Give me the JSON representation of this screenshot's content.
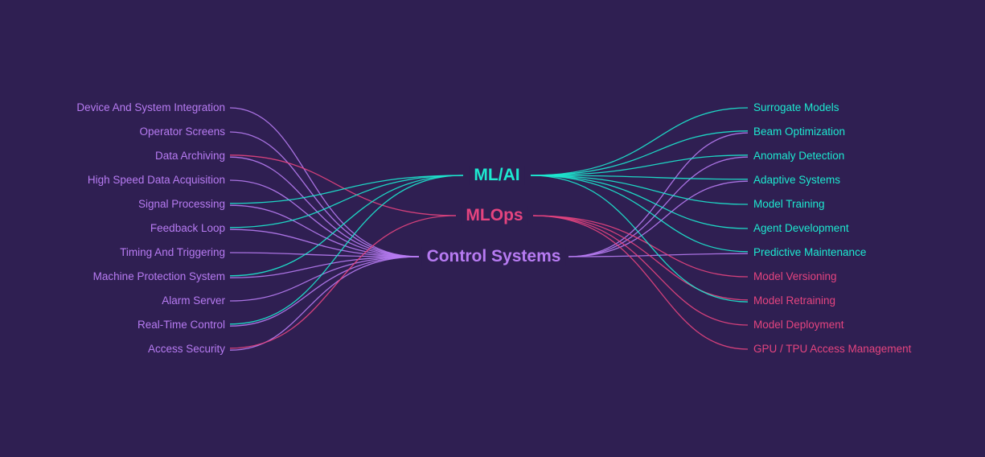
{
  "diagram": {
    "background": "#2f1f52",
    "colors": {
      "ml_ai": "#1de9d0",
      "mlops": "#e5447f",
      "control": "#b77bf2"
    },
    "hubs": [
      {
        "id": "ml_ai",
        "label": "ML/AI",
        "color": "#1de9d0"
      },
      {
        "id": "mlops",
        "label": "MLOps",
        "color": "#e5447f"
      },
      {
        "id": "control",
        "label": "Control Systems",
        "color": "#b77bf2"
      }
    ],
    "left_items": [
      {
        "label": "Device And System Integration",
        "color": "#b77bf2",
        "links": [
          "control"
        ]
      },
      {
        "label": "Operator Screens",
        "color": "#b77bf2",
        "links": [
          "control"
        ]
      },
      {
        "label": "Data Archiving",
        "color": "#b77bf2",
        "links": [
          "control",
          "mlops"
        ]
      },
      {
        "label": "High Speed Data Acquisition",
        "color": "#b77bf2",
        "links": [
          "control"
        ]
      },
      {
        "label": "Signal Processing",
        "color": "#b77bf2",
        "links": [
          "control",
          "ml_ai"
        ]
      },
      {
        "label": "Feedback Loop",
        "color": "#b77bf2",
        "links": [
          "control",
          "ml_ai"
        ]
      },
      {
        "label": "Timing And Triggering",
        "color": "#b77bf2",
        "links": [
          "control"
        ]
      },
      {
        "label": "Machine Protection System",
        "color": "#b77bf2",
        "links": [
          "control",
          "ml_ai"
        ]
      },
      {
        "label": "Alarm Server",
        "color": "#b77bf2",
        "links": [
          "control"
        ]
      },
      {
        "label": "Real-Time Control",
        "color": "#b77bf2",
        "links": [
          "control",
          "ml_ai"
        ]
      },
      {
        "label": "Access Security",
        "color": "#b77bf2",
        "links": [
          "control",
          "mlops"
        ]
      }
    ],
    "right_items": [
      {
        "label": "Surrogate Models",
        "color": "#1de9d0",
        "links": [
          "ml_ai"
        ]
      },
      {
        "label": "Beam Optimization",
        "color": "#1de9d0",
        "links": [
          "ml_ai",
          "control"
        ]
      },
      {
        "label": "Anomaly Detection",
        "color": "#1de9d0",
        "links": [
          "ml_ai",
          "control"
        ]
      },
      {
        "label": "Adaptive Systems",
        "color": "#1de9d0",
        "links": [
          "ml_ai",
          "control"
        ]
      },
      {
        "label": "Model Training",
        "color": "#1de9d0",
        "links": [
          "ml_ai"
        ]
      },
      {
        "label": "Agent Development",
        "color": "#1de9d0",
        "links": [
          "ml_ai"
        ]
      },
      {
        "label": "Predictive Maintenance",
        "color": "#1de9d0",
        "links": [
          "ml_ai",
          "control"
        ]
      },
      {
        "label": "Model Versioning",
        "color": "#e5447f",
        "links": [
          "mlops"
        ]
      },
      {
        "label": "Model Retraining",
        "color": "#e5447f",
        "links": [
          "mlops",
          "ml_ai"
        ]
      },
      {
        "label": "Model Deployment",
        "color": "#e5447f",
        "links": [
          "mlops"
        ]
      },
      {
        "label": "GPU / TPU Access Management",
        "color": "#e5447f",
        "links": [
          "mlops"
        ]
      }
    ]
  }
}
